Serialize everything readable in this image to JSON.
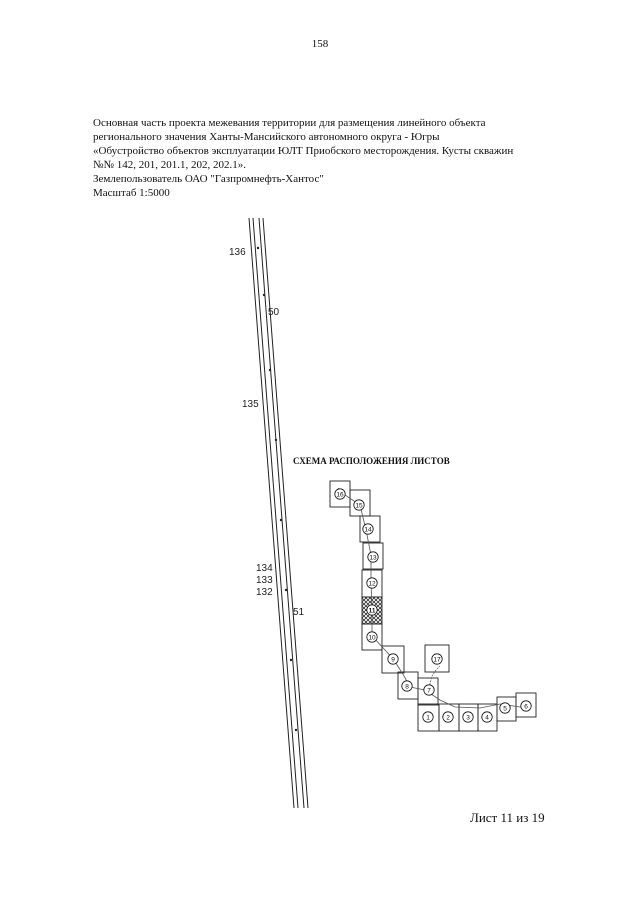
{
  "page_number": "158",
  "header": {
    "line1": "Основная часть проекта межевания территории для размещения линейного объекта",
    "line2": "регионального значения Ханты-Мансийского автономного округа - Югры",
    "line3": "«Обустройство объектов эксплуатации ЮЛТ Приобского месторождения. Кусты скважин",
    "line4": "№№ 142, 201, 201.1, 202, 202.1».",
    "land_user": "Землепользователь ОАО \"Газпромнефть-Хантос\"",
    "scale": "Масштаб 1:5000"
  },
  "map": {
    "labels": {
      "p136": "136",
      "p50": "50",
      "p135": "135",
      "p134": "134",
      "p133": "133",
      "p132": "132",
      "p51": "51"
    }
  },
  "scheme": {
    "title": "СХЕМА РАСПОЛОЖЕНИЯ ЛИСТОВ",
    "current_sheet": "11",
    "sheets": [
      "16",
      "15",
      "14",
      "13",
      "12",
      "11",
      "10",
      "9",
      "17",
      "8",
      "7",
      "1",
      "2",
      "3",
      "4",
      "5",
      "6"
    ]
  },
  "footer": {
    "sheet_label": "Лист 11 из 19"
  }
}
